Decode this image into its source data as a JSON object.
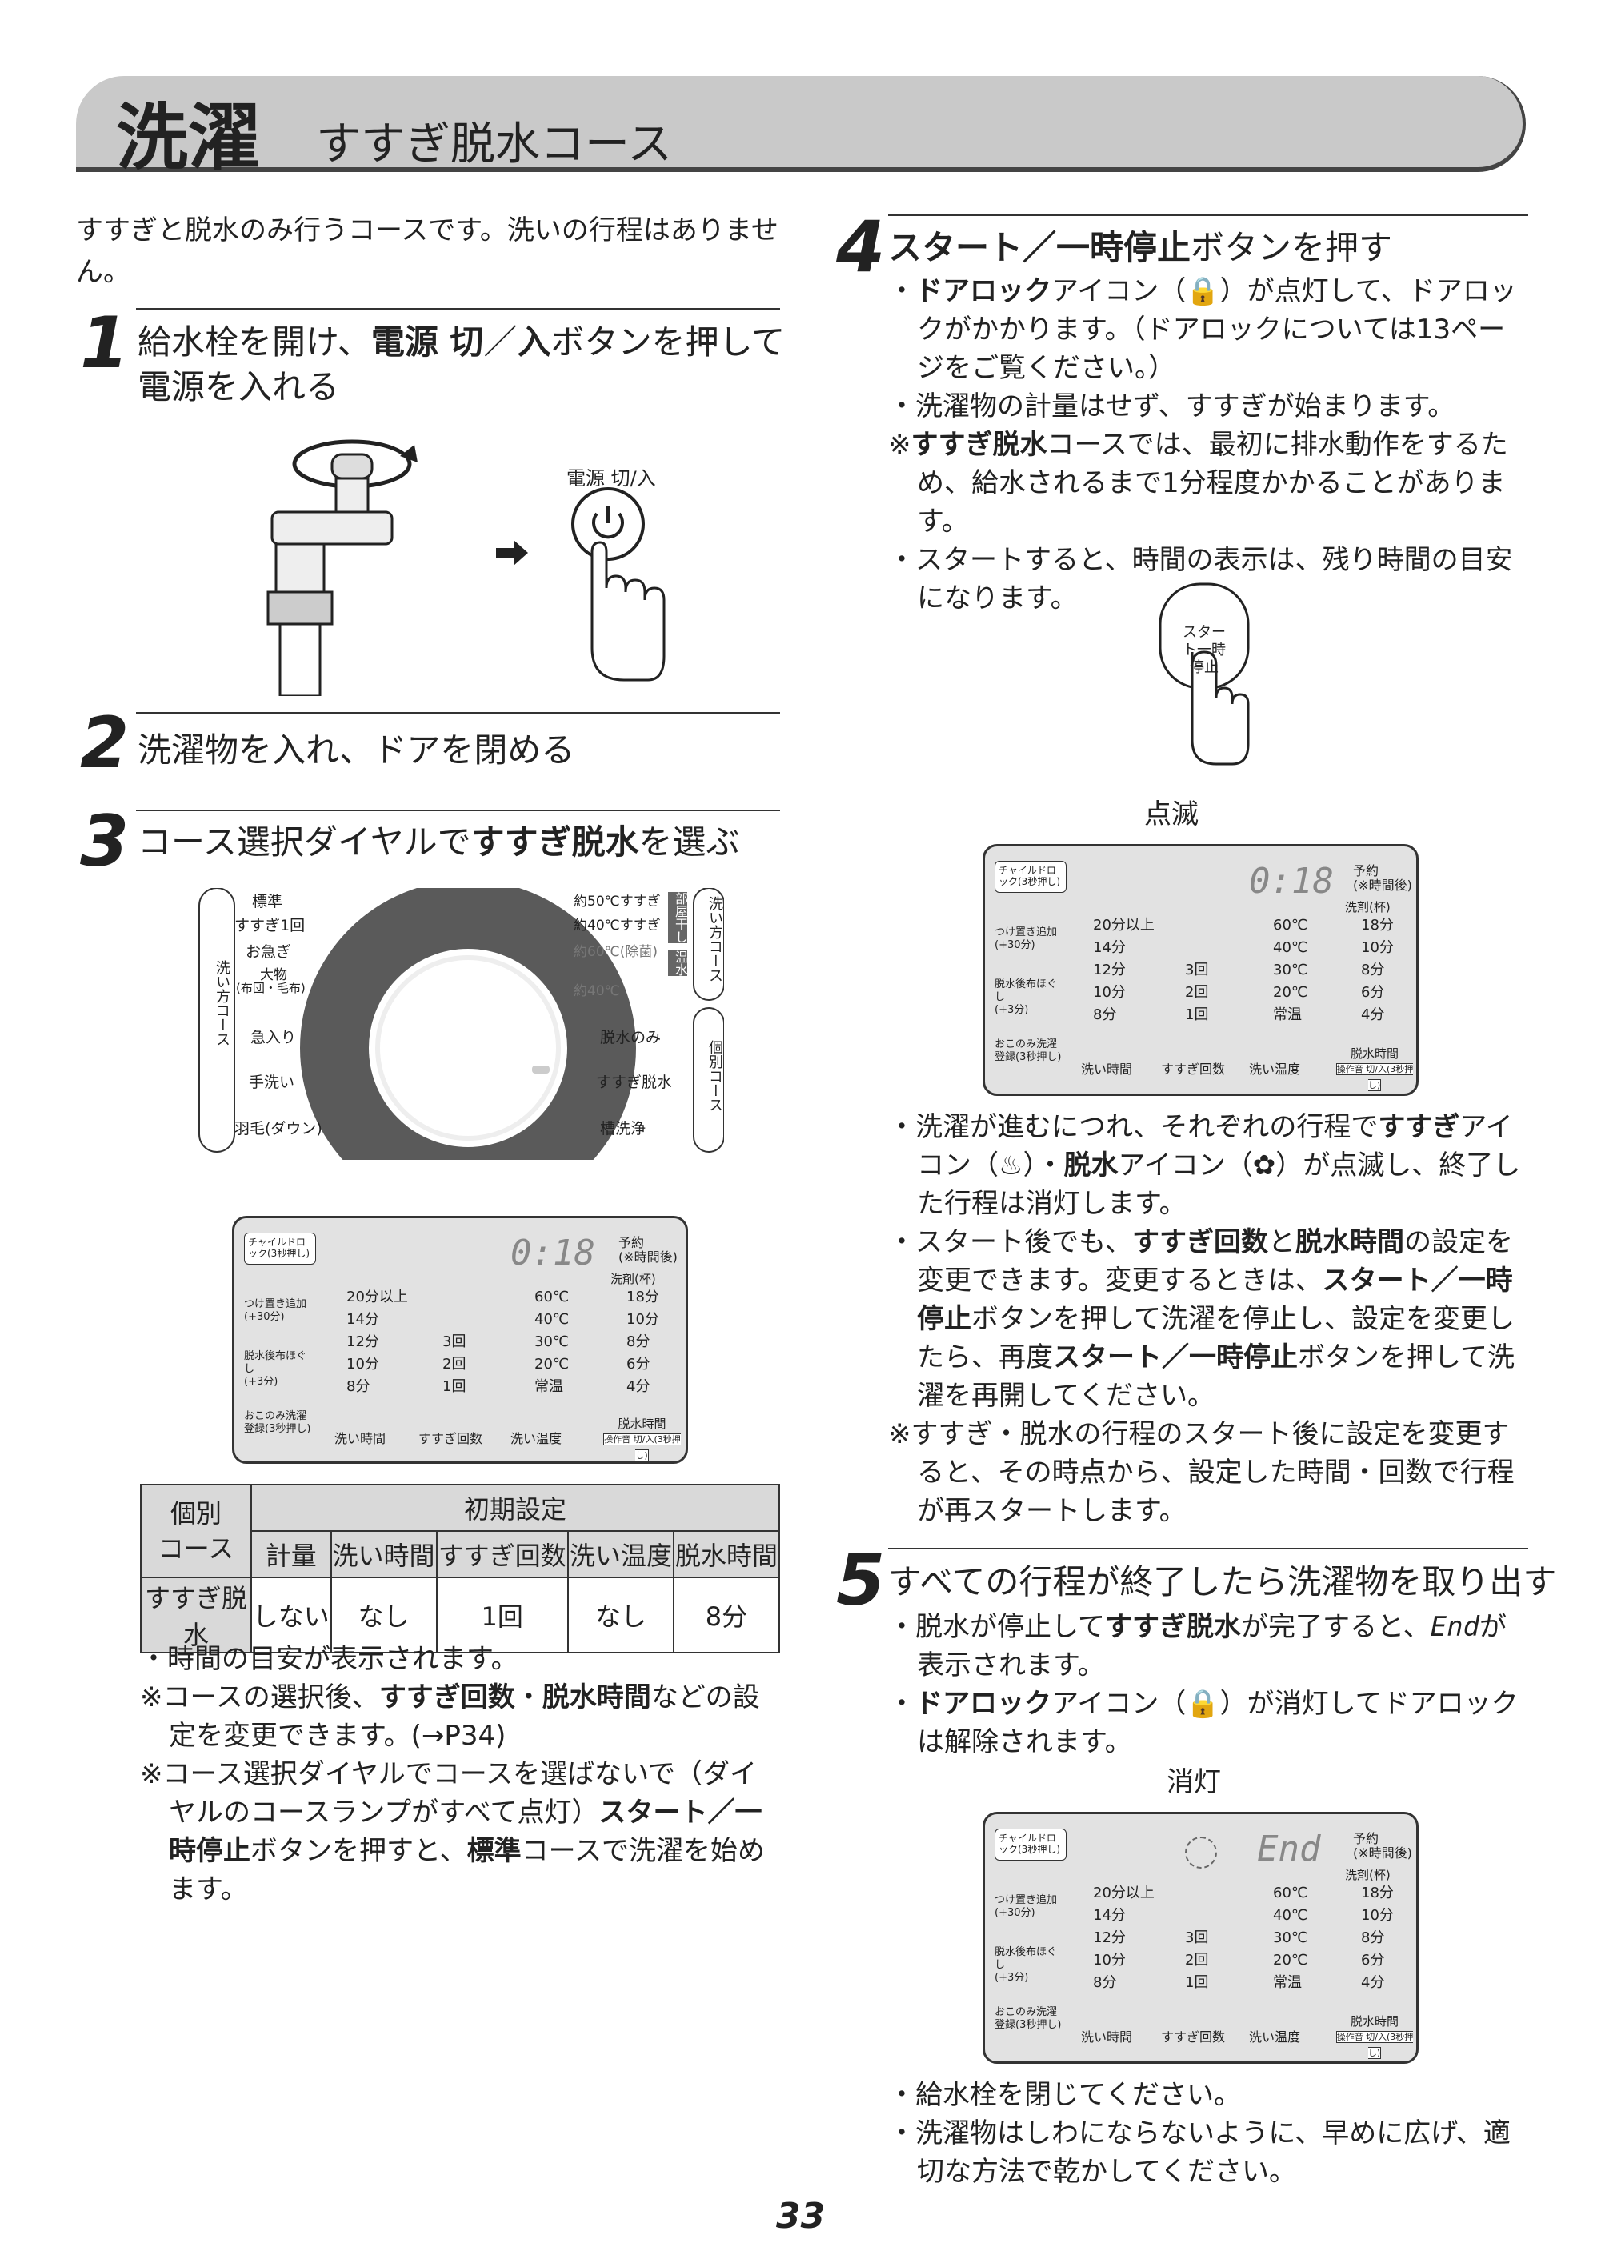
{
  "header": {
    "title": "洗濯",
    "subtitle": "すすぎ脱水コース"
  },
  "intro": "すすぎと脱水のみ行うコースです。洗いの行程はありません。",
  "step1": {
    "num": "1",
    "title_a": "給水栓を開け、",
    "title_b": "電源 切",
    "title_c": "／",
    "title_d": "入",
    "title_e": "ボタンを押して",
    "title_f": "電源を入れる",
    "power_label": "電源 切/入"
  },
  "step2": {
    "num": "2",
    "title": "洗濯物を入れ、ドアを閉める"
  },
  "step3": {
    "num": "3",
    "title_a": "コース選択ダイヤルで",
    "title_b": "すすぎ脱水",
    "title_c": "を選ぶ",
    "dial_left": [
      "標準",
      "すすぎ1回",
      "お急ぎ",
      "大物",
      "(布団・毛布)",
      "急入り",
      "手洗い",
      "羽毛(ダウン)"
    ],
    "dial_right": [
      "約50℃すすぎ",
      "約40℃すすぎ",
      "約60℃(除菌)",
      "約40℃",
      "脱水のみ",
      "すすぎ脱水",
      "槽洗浄"
    ],
    "side_left": "洗い方コース",
    "side_right_top": "洗い方コース",
    "side_right_mid1": "部屋干し",
    "side_right_mid2": "温水",
    "side_right_bottom": "個別コース"
  },
  "panel": {
    "child_lock": "チャイルドロック(3秒押し)",
    "add_wash": "つけ置き追加",
    "add_wash_sub": "(+30分)",
    "loosen": "脱水後布ほぐし",
    "loosen_sub": "(+3分)",
    "favorite": "おこのみ洗濯",
    "register": "登録(3秒押し)",
    "reserve": "予約",
    "reserve_sub": "(※時間後)",
    "detergent": "洗剤(杯)",
    "col1": [
      "20分以上",
      "14分",
      "12分",
      "10分",
      "8分"
    ],
    "col2": [
      "3回",
      "2回",
      "1回"
    ],
    "col3": [
      "60℃",
      "40℃",
      "30℃",
      "20℃",
      "常温"
    ],
    "col4": [
      "18分",
      "10分",
      "8分",
      "6分",
      "4分"
    ],
    "btn_wash_time": "洗い時間",
    "btn_rinse": "すすぎ回数",
    "btn_temp": "洗い温度",
    "btn_spin": "脱水時間",
    "btn_sound": "操作音 切/入(3秒押し)",
    "disp_time": "0:18",
    "disp_end": "End"
  },
  "table": {
    "h1": "個別",
    "h2": "コース",
    "h_init": "初期設定",
    "cols": [
      "計量",
      "洗い時間",
      "すすぎ回数",
      "洗い温度",
      "脱水時間"
    ],
    "row_name": "すすぎ脱水",
    "row": [
      "しない",
      "なし",
      "1回",
      "なし",
      "8分"
    ]
  },
  "notes_left": [
    {
      "m": "・",
      "t": "時間の目安が表示されます。"
    },
    {
      "m": "※",
      "t": "コースの選択後、",
      "b": "すすぎ回数",
      "t2": "・",
      "b2": "脱水時間",
      "t3": "などの設定を変更できます。(→P34)"
    },
    {
      "m": "※",
      "t": "コース選択ダイヤルでコースを選ばないで（ダイヤルのコースランプがすべて点灯）",
      "b": "スタート／一時停止",
      "t2": "ボタンを押すと、",
      "b2": "標準",
      "t3": "コースで洗濯を始めます。"
    }
  ],
  "step4": {
    "num": "4",
    "title_a": "スタート／一時停止",
    "title_b": "ボタンを押す",
    "b1a": "ドアロック",
    "b1b": "アイコン（",
    "b1c": "）が点灯して、ドアロックがかかります。（ドアロックについては13ページをご覧ください。）",
    "b2": "洗濯物の計量はせず、すすぎが始まります。",
    "b3a": "すすぎ脱水",
    "b3b": "コースでは、最初に排水動作をするため、給水されるまで1分程度かかることがあります。",
    "b4": "スタートすると、時間の表示は、残り時間の目安になります。",
    "btn_label": "スタート一時停止",
    "blink": "点滅"
  },
  "notes_right": {
    "n1a": "洗濯が進むにつれ、それぞれの行程で",
    "n1b": "すすぎ",
    "n1c": "アイコン（",
    "n1d": "）・",
    "n1e": "脱水",
    "n1f": "アイコン（",
    "n1g": "）が点滅し、終了した行程は消灯します。",
    "n2a": "スタート後でも、",
    "n2b": "すすぎ回数",
    "n2c": "と",
    "n2d": "脱水時間",
    "n2e": "の設定を変更できます。変更するときは、",
    "n2f": "スタート／一時停止",
    "n2g": "ボタンを押して洗濯を停止し、設定を変更したら、再度",
    "n2h": "スタート／一時停止",
    "n2i": "ボタンを押して洗濯を再開してください。",
    "n3": "すすぎ・脱水の行程のスタート後に設定を変更すると、その時点から、設定した時間・回数で行程が再スタートします。"
  },
  "step5": {
    "num": "5",
    "title": "すべての行程が終了したら洗濯物を取り出す",
    "b1a": "脱水が停止して",
    "b1b": "すすぎ脱水",
    "b1c": "が完了すると、",
    "b1d": "End",
    "b1e": "が表示されます。",
    "b2a": "ドアロック",
    "b2b": "アイコン（",
    "b2c": "）が消灯してドアロックは解除されます。",
    "off": "消灯",
    "b3": "給水栓を閉じてください。",
    "b4": "洗濯物はしわにならないように、早めに広げ、適切な方法で乾かしてください。"
  },
  "page_number": "33"
}
